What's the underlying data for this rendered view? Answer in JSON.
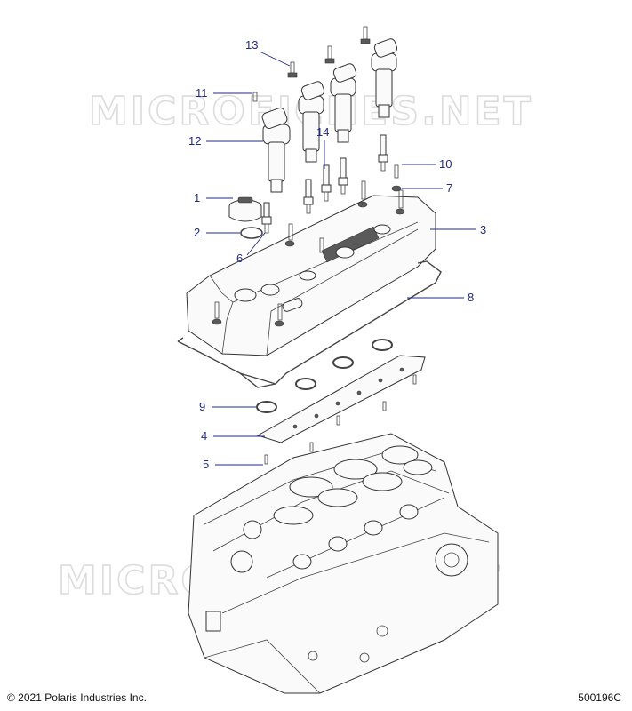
{
  "watermark": "MICROFICHES.NET",
  "callouts": [
    "1",
    "2",
    "3",
    "4",
    "5",
    "6",
    "7",
    "8",
    "9",
    "10",
    "11",
    "12",
    "13",
    "14"
  ],
  "footer": {
    "copyright": "© 2021 Polaris Industries Inc.",
    "drawing_number": "500196C"
  }
}
